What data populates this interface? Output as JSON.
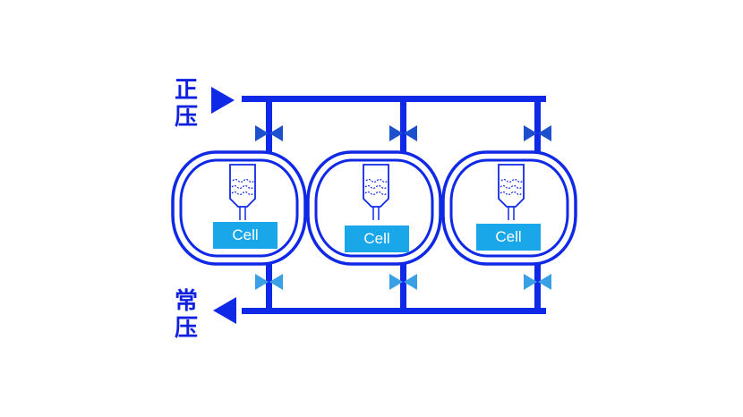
{
  "colors": {
    "pipe": "#1029e6",
    "valve_top": "#1d50cc",
    "valve_bottom": "#3aa0e6",
    "cell_box": "#19a7ea",
    "text": "#1020e0"
  },
  "labels": {
    "positive_pressure": [
      "正",
      "压"
    ],
    "normal_pressure": [
      "常",
      "压"
    ]
  },
  "chambers": [
    {
      "cell_label": "Cell"
    },
    {
      "cell_label": "Cell"
    },
    {
      "cell_label": "Cell"
    }
  ],
  "icons": {
    "inlet": "arrow-right-icon",
    "outlet": "arrow-left-icon",
    "valve": "valve-icon",
    "nozzle": "nozzle-icon"
  }
}
